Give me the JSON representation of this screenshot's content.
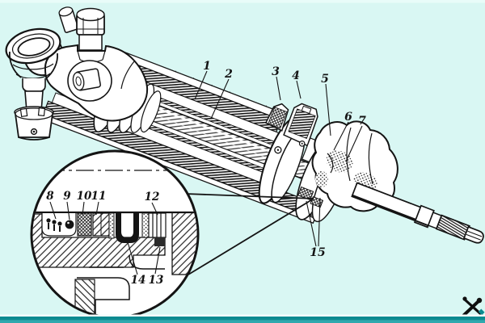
{
  "figure": {
    "type": "technical-illustration",
    "subject": "Hydraulic power steering cylinder cutaway with magnified seal detail inset",
    "background_color": "#d9f7f3",
    "top_strip_color": "#e9fcf9",
    "ink_color": "#141414",
    "bottom_border_colors": [
      "#f2fdfc",
      "#0d8a90",
      "#2fa9ae"
    ],
    "callouts": {
      "c1": "1",
      "c2": "2",
      "c3": "3",
      "c4": "4",
      "c5": "5",
      "c6": "6",
      "c7": "7",
      "c8": "8",
      "c9": "9",
      "c10": "10",
      "c11": "11",
      "c12": "12",
      "c13": "13",
      "c14": "14",
      "c15": "15"
    },
    "watermark": {
      "icon": "crossed-tools-icon"
    }
  }
}
